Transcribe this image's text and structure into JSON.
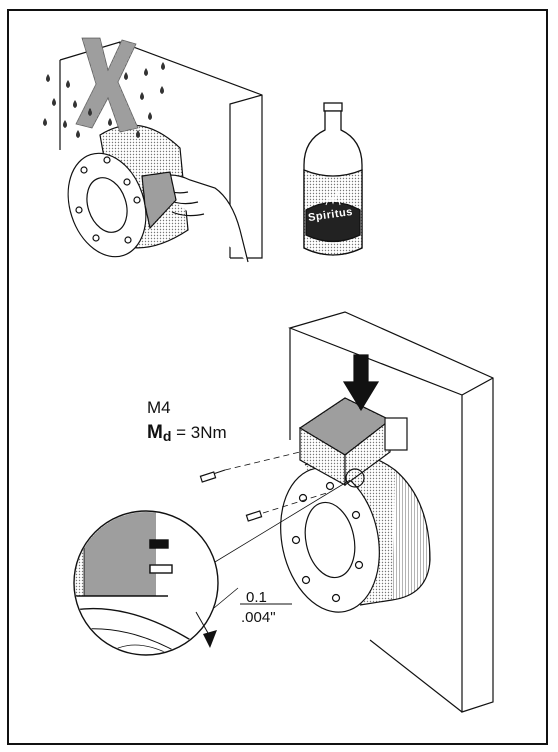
{
  "illustration": {
    "bottle_label": "Spiritus",
    "screw_spec": {
      "thread": "M4",
      "torque_symbol": "M",
      "torque_subscript": "d",
      "torque_value": "= 3Nm"
    },
    "tolerance": {
      "metric": "0.1",
      "imperial": ".004\""
    }
  }
}
